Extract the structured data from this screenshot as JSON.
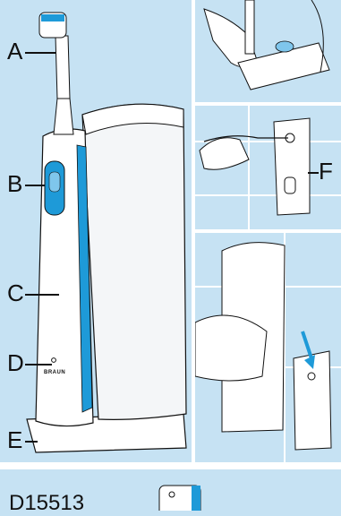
{
  "labels": {
    "a": "A",
    "b": "B",
    "c": "C",
    "d": "D",
    "e": "E",
    "f": "F"
  },
  "brand_mark": "BRAUN",
  "model_code": "D15513",
  "colors": {
    "background": "#c6e2f3",
    "divider": "#ffffff",
    "accent_blue": "#1e9ad8",
    "outline": "#111111"
  }
}
